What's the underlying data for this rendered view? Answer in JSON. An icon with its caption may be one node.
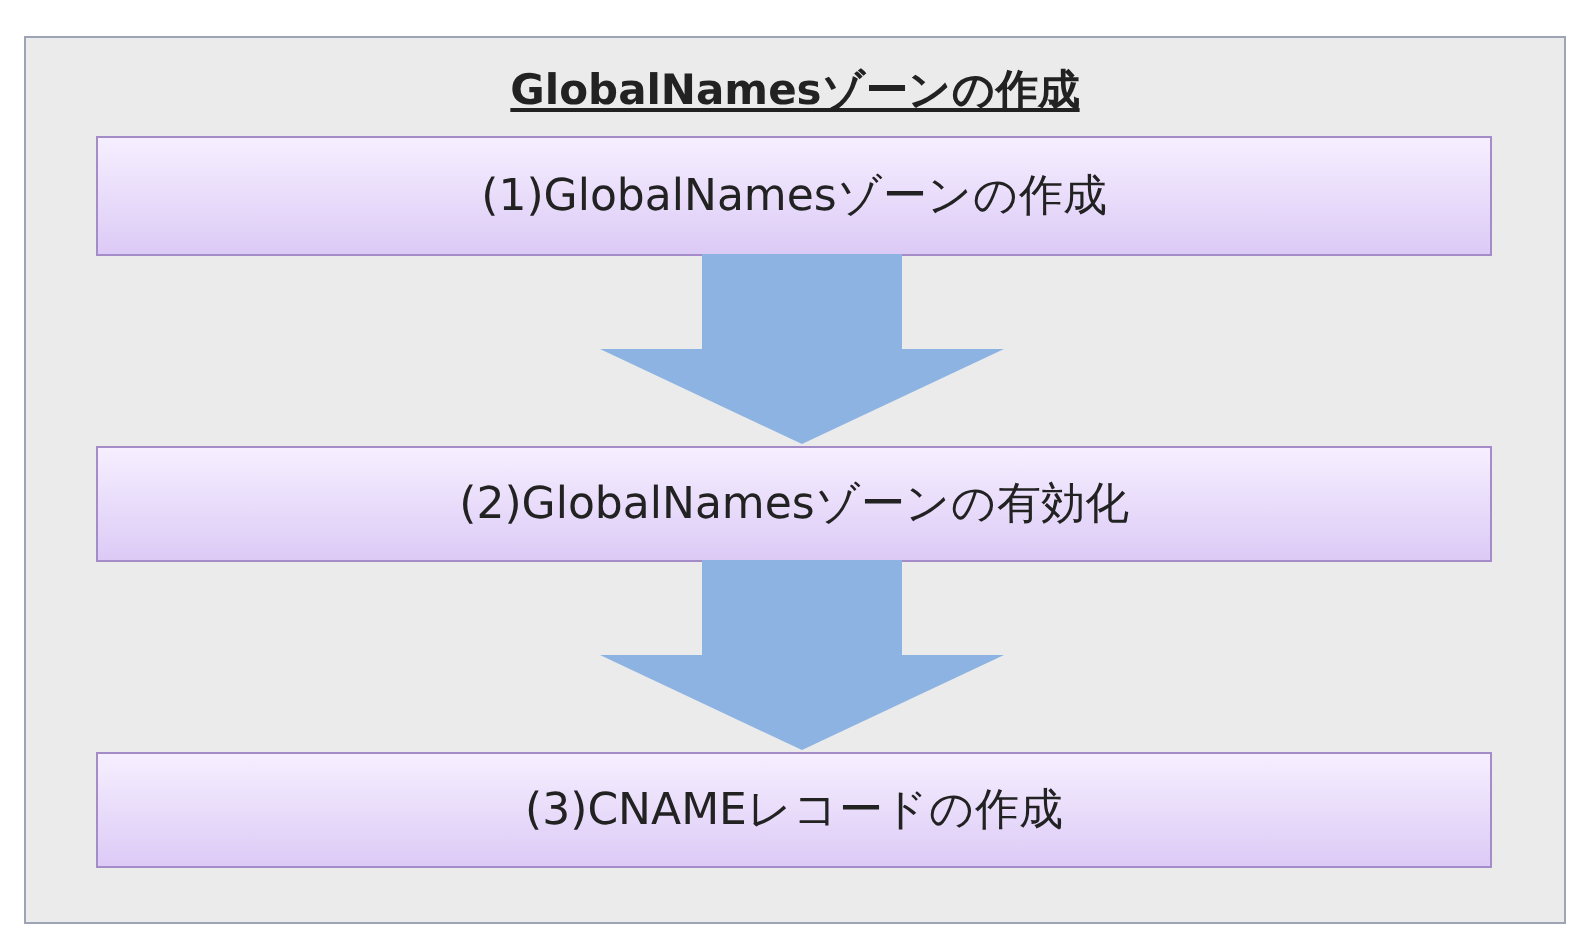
{
  "diagram": {
    "nodes": [
      {
        "text": [
          "GlobalNamesゾーンの作成"
        ]
      },
      {
        "text": [
          "(1)GlobalNamesゾーンの作成"
        ],
        "in": 0
      },
      {
        "text": [
          "(2)GlobalNamesゾーンの有効化"
        ],
        "in": 0
      },
      {
        "text": [
          "(3)CNAMEレコードの作成"
        ],
        "in": 0
      }
    ],
    "edges": [
      {
        "from": 1,
        "to": 2,
        "arrow": "to"
      },
      {
        "from": 2,
        "to": 3,
        "arrow": "to"
      }
    ]
  }
}
